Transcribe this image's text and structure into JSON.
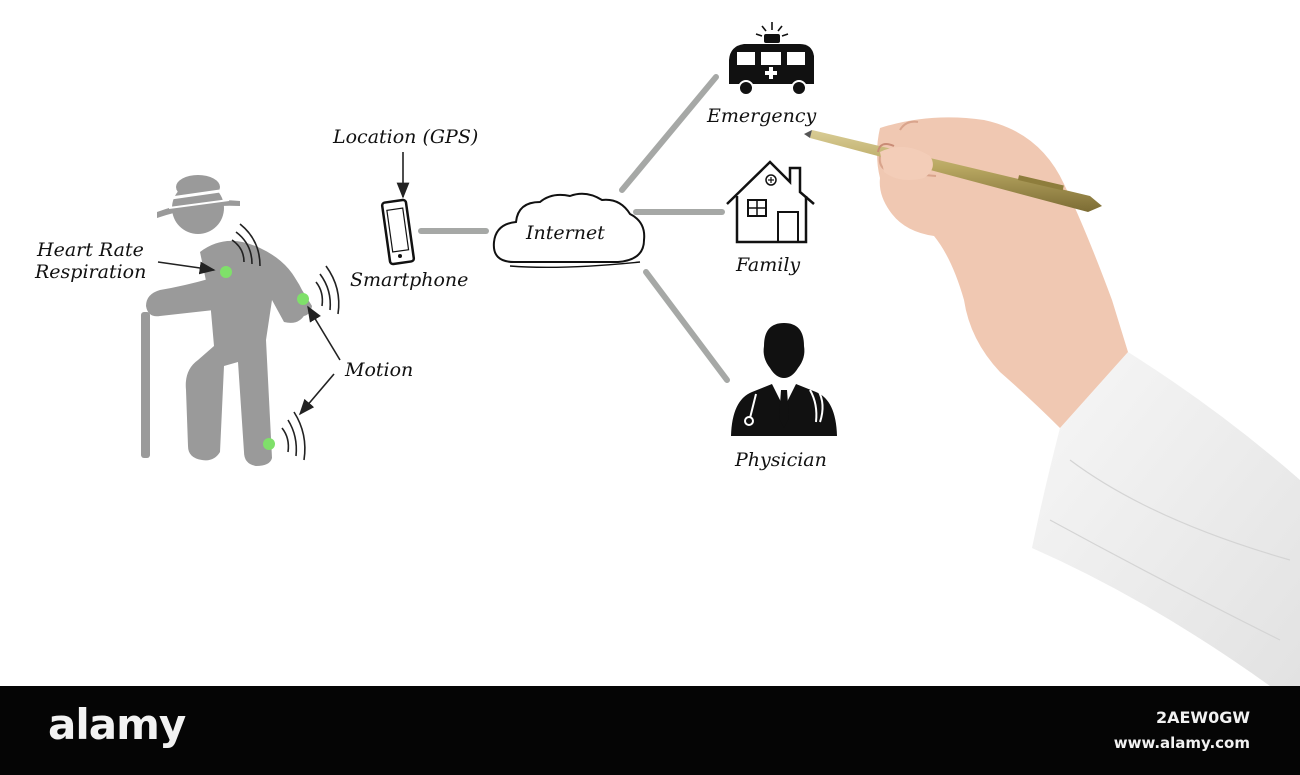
{
  "diagram": {
    "labels": {
      "heart_rate": "Heart Rate",
      "respiration": "Respiration",
      "motion": "Motion",
      "location": "Location (GPS)",
      "smartphone": "Smartphone",
      "internet": "Internet",
      "emergency": "Emergency",
      "family": "Family",
      "physician": "Physician"
    },
    "icons": {
      "person": "elderly-person-with-cane-icon",
      "phone": "smartphone-icon",
      "cloud": "cloud-icon",
      "ambulance": "ambulance-icon",
      "house": "house-icon",
      "doctor": "doctor-icon"
    },
    "colors": {
      "figure_gray": "#9a9a9a",
      "sensor_green": "#7fe06a",
      "connector_gray": "#a6a8a6",
      "icon_black": "#111111"
    }
  },
  "footer": {
    "brand": "alamy",
    "image_id": "2AEW0GW",
    "url": "www.alamy.com"
  }
}
